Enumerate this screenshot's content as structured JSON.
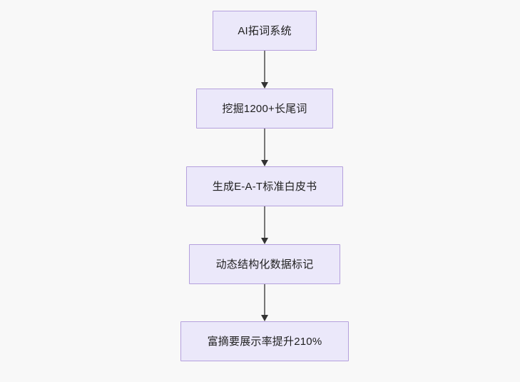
{
  "diagram": {
    "type": "flowchart",
    "orientation": "top-to-bottom",
    "background_color": "#f8f8f8",
    "node_fill_color": "#ebe8fa",
    "node_border_color": "#b5a0dd",
    "node_text_color": "#1f1f1f",
    "edge_line_color": "#777777",
    "edge_arrow_color": "#333333",
    "nodes": [
      {
        "id": "n1",
        "label": "AI拓词系统"
      },
      {
        "id": "n2",
        "label": "挖掘1200+长尾词"
      },
      {
        "id": "n3",
        "label": "生成E-A-T标准白皮书"
      },
      {
        "id": "n4",
        "label": "动态结构化数据标记"
      },
      {
        "id": "n5",
        "label": "富摘要展示率提升210%"
      }
    ],
    "edges": [
      {
        "from": "n1",
        "to": "n2",
        "label": ""
      },
      {
        "from": "n2",
        "to": "n3",
        "label": ""
      },
      {
        "from": "n3",
        "to": "n4",
        "label": ""
      },
      {
        "from": "n4",
        "to": "n5",
        "label": ""
      }
    ]
  }
}
